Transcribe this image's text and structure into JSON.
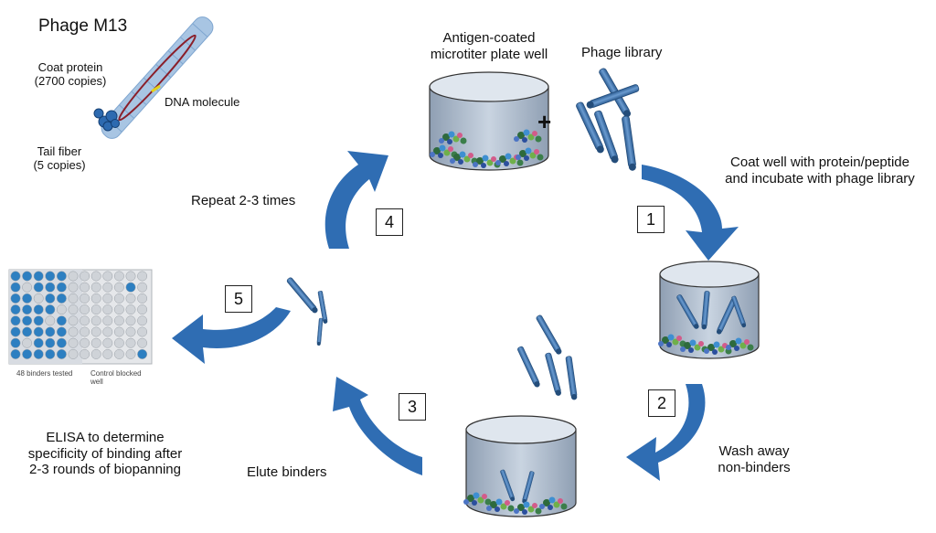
{
  "phage": {
    "title": "Phage M13",
    "coat_protein_line1": "Coat protein",
    "coat_protein_line2": "(2700 copies)",
    "dna_label": "DNA molecule",
    "tail_fiber_line1": "Tail fiber",
    "tail_fiber_line2": "(5 copies)"
  },
  "well_top_label_line1": "Antigen-coated",
  "well_top_label_line2": "microtiter plate well",
  "plus_sign": "+",
  "phage_library_label": "Phage library",
  "steps": [
    {
      "number": "1",
      "text_line1": "Coat well with protein/peptide",
      "text_line2": "and incubate with phage library"
    },
    {
      "number": "2",
      "text_line1": "Wash away",
      "text_line2": "non-binders"
    },
    {
      "number": "3",
      "text_line1": "Elute binders",
      "text_line2": ""
    },
    {
      "number": "4",
      "text_line1": "Repeat 2-3 times",
      "text_line2": ""
    },
    {
      "number": "5",
      "text_line1": "ELISA to determine",
      "text_line2": "specificity of binding after",
      "text_line3": "2-3 rounds of biopanning"
    }
  ],
  "elisa_plate": {
    "caption_left": "48 binders tested",
    "caption_right_line1": "Control blocked",
    "caption_right_line2": "well"
  },
  "colors": {
    "arrow": "#2f6db3",
    "phage_rod": "#3a6ea5",
    "well_fill": "#b9c6d6",
    "elisa_positive": "#2d7fc1"
  }
}
